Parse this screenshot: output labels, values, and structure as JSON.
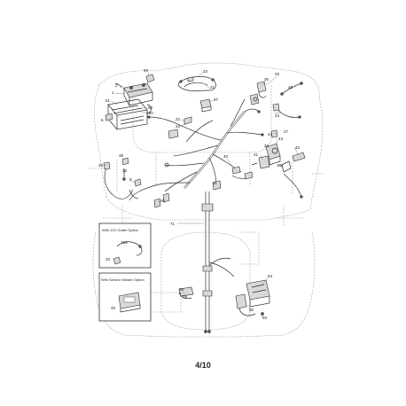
{
  "page": {
    "number": "4/10"
  },
  "insets": {
    "outlet": {
      "title": "With 12V Outlet Option",
      "callouts": [
        "103",
        "20"
      ]
    },
    "minder": {
      "title": "With Service Minder Option",
      "callouts": [
        "46"
      ]
    }
  },
  "callouts": [
    "90",
    "23",
    "2",
    "1",
    "51",
    "60",
    "100",
    "21",
    "87",
    "33",
    "30",
    "6",
    "48",
    "22",
    "24",
    "34",
    "44",
    "27",
    "43",
    "42",
    "26",
    "41",
    "25",
    "40",
    "29",
    "38",
    "10",
    "9",
    "35",
    "11",
    "71",
    "28",
    "29",
    "84",
    "82",
    "93"
  ]
}
